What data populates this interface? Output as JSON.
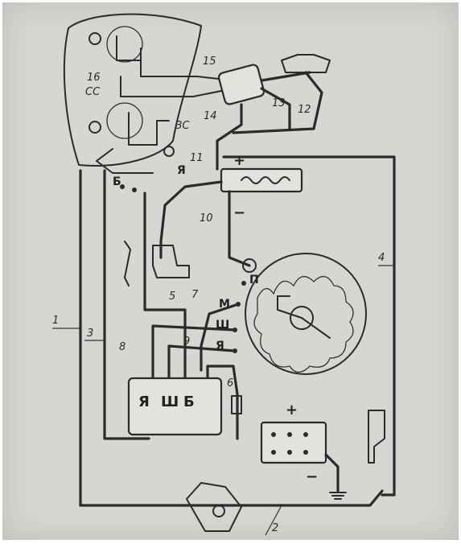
{
  "wire_labels": [
    "1",
    "2",
    "3",
    "4",
    "5",
    "6",
    "7",
    "8",
    "9",
    "10",
    "11",
    "12",
    "13",
    "14",
    "15"
  ],
  "fraction_labels": [
    {
      "top": "16",
      "bottom": "СС"
    },
    {
      "top": "",
      "bottom": "ЗС"
    }
  ],
  "terminal_labels": {
    "p": "П",
    "m": "М",
    "sh": "Ш",
    "ya": "Я",
    "ya_top": "Я",
    "b_top": "Б",
    "relay_ya": "Я",
    "relay_sh": "Ш",
    "relay_b": "Б"
  },
  "battery": {
    "plus": "+",
    "minus": "−"
  },
  "coil": {
    "plus": "+",
    "minus": "−"
  }
}
